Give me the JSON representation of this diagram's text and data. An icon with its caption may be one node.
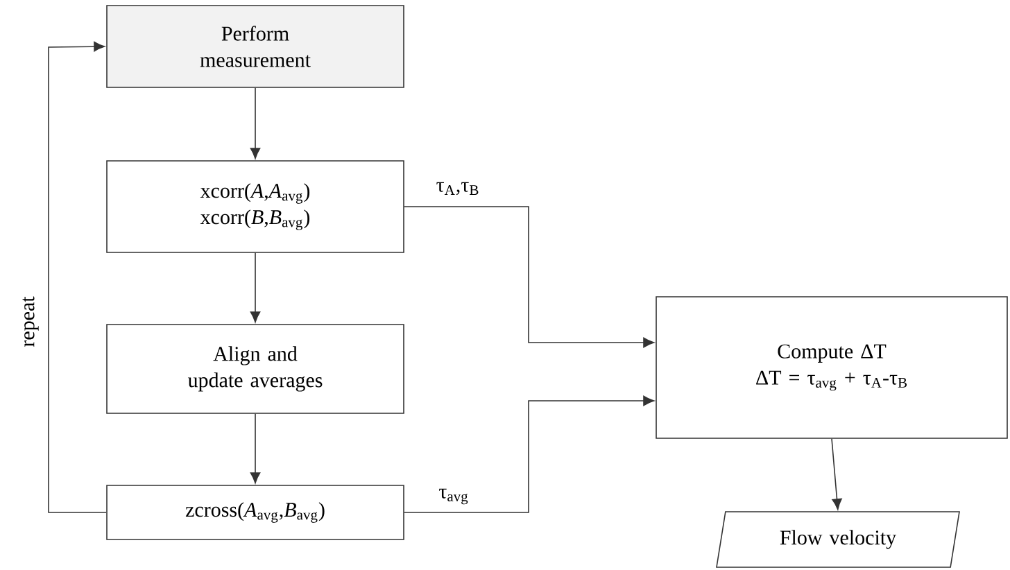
{
  "diagram": {
    "nodes": [
      {
        "text": [
          "Perform measurement"
        ]
      },
      {
        "text": [
          "xcorr(*A*,*A*$_{avg}$) xcorr(*B*,*B*$_{avg}$)"
        ]
      },
      {
        "text": [
          "Align and update averages"
        ]
      },
      {
        "text": [
          "zcross(*A*$_{avg}$,*B*$_{avg}$)"
        ]
      },
      {
        "text": [
          "Compute ΔT",
          "ΔT = τ$_{avg}$ + τ$_{A}$-τ$_{B}$"
        ]
      },
      {
        "text": [
          "Flow velocity"
        ]
      }
    ],
    "edges": [
      {
        "from": 0,
        "to": 1,
        "arrow": "to"
      },
      {
        "from": 1,
        "to": 2,
        "arrow": "to"
      },
      {
        "from": 2,
        "to": 3,
        "arrow": "to"
      },
      {
        "from": 3,
        "to": 0,
        "arrow": "to",
        "label": "repeat"
      },
      {
        "from": 1,
        "to": 4,
        "arrow": "to",
        "label": "τ$_{A}$,τ$_{B}$"
      },
      {
        "from": 3,
        "to": 4,
        "arrow": "to",
        "label": "τ$_{avg}$"
      },
      {
        "from": 4,
        "to": 5,
        "arrow": "to"
      }
    ]
  }
}
